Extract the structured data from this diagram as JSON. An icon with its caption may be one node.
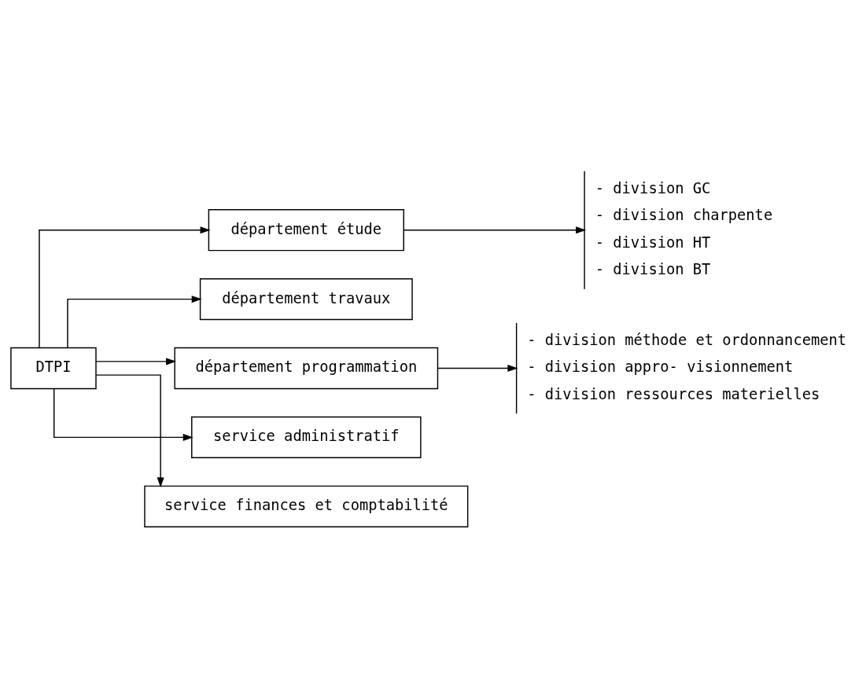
{
  "diagram": {
    "nodes": [
      {
        "text": [
          "DTPI"
        ]
      },
      {
        "text": [
          "département étude"
        ]
      },
      {
        "text": [
          "- division GC",
          "- division charpente",
          "- division HT",
          "- division BT"
        ]
      },
      {
        "text": [
          "département travaux"
        ]
      },
      {
        "text": [
          "département programmation"
        ]
      },
      {
        "text": [
          "- division méthode et ordonnancement",
          "- division appro- visionnement",
          "- division ressources materielles"
        ]
      },
      {
        "text": [
          "service administratif"
        ]
      },
      {
        "text": [
          "service finances et comptabilité"
        ]
      }
    ],
    "edges": [
      {
        "from": 0,
        "to": 1,
        "arrow": "to"
      },
      {
        "from": 0,
        "to": 3,
        "arrow": "to"
      },
      {
        "from": 0,
        "to": 4,
        "arrow": "to"
      },
      {
        "from": 0,
        "to": 6,
        "arrow": "to"
      },
      {
        "from": 0,
        "to": 7,
        "arrow": "to"
      },
      {
        "from": 1,
        "to": 2,
        "arrow": "to"
      },
      {
        "from": 4,
        "to": 5,
        "arrow": "to"
      }
    ]
  }
}
